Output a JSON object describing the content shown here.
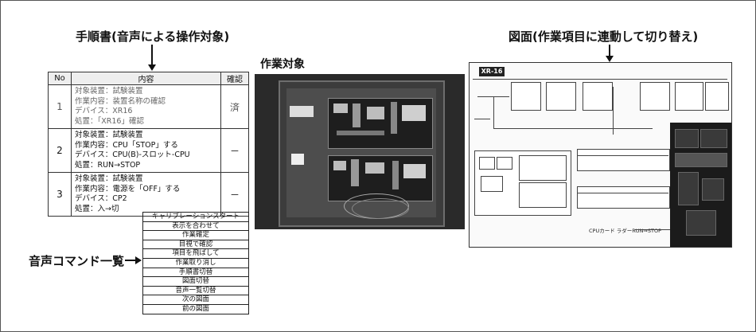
{
  "callouts": {
    "procedure": "手順書(音声による操作対象)",
    "target": "作業対象",
    "drawing": "図面(作業項目に連動して切り替え)",
    "voice_commands": "音声コマンド一覧"
  },
  "procedure_table": {
    "headers": [
      "No",
      "内容",
      "確認"
    ],
    "rows": [
      {
        "no": "1",
        "lines": [
          "対象装置：試験装置",
          "作業内容：装置名称の確認",
          "デバイス：XR16",
          "処置：「XR16」確認"
        ],
        "check": "済"
      },
      {
        "no": "2",
        "lines": [
          "対象装置：試験装置",
          "作業内容：CPU「STOP」する",
          "デバイス：CPU(B)-スロット-CPU",
          "処置：RUN→STOP"
        ],
        "check": "－"
      },
      {
        "no": "3",
        "lines": [
          "対象装置：試験装置",
          "作業内容：電源を「OFF」する",
          "デバイス：CP2",
          "処置：入→切"
        ],
        "check": "－"
      }
    ]
  },
  "voice_commands": [
    "キャリブレーションスタート",
    "表示を合わせて",
    "作業確定",
    "目視で確認",
    "項目を飛ばして",
    "作業取り消し",
    "手順書切替",
    "図面切替",
    "音声一覧切替",
    "次の図面",
    "前の図面"
  ],
  "schematic": {
    "title": "XR-16",
    "note": "CPUカード ラダーRUN⇒STOP"
  }
}
